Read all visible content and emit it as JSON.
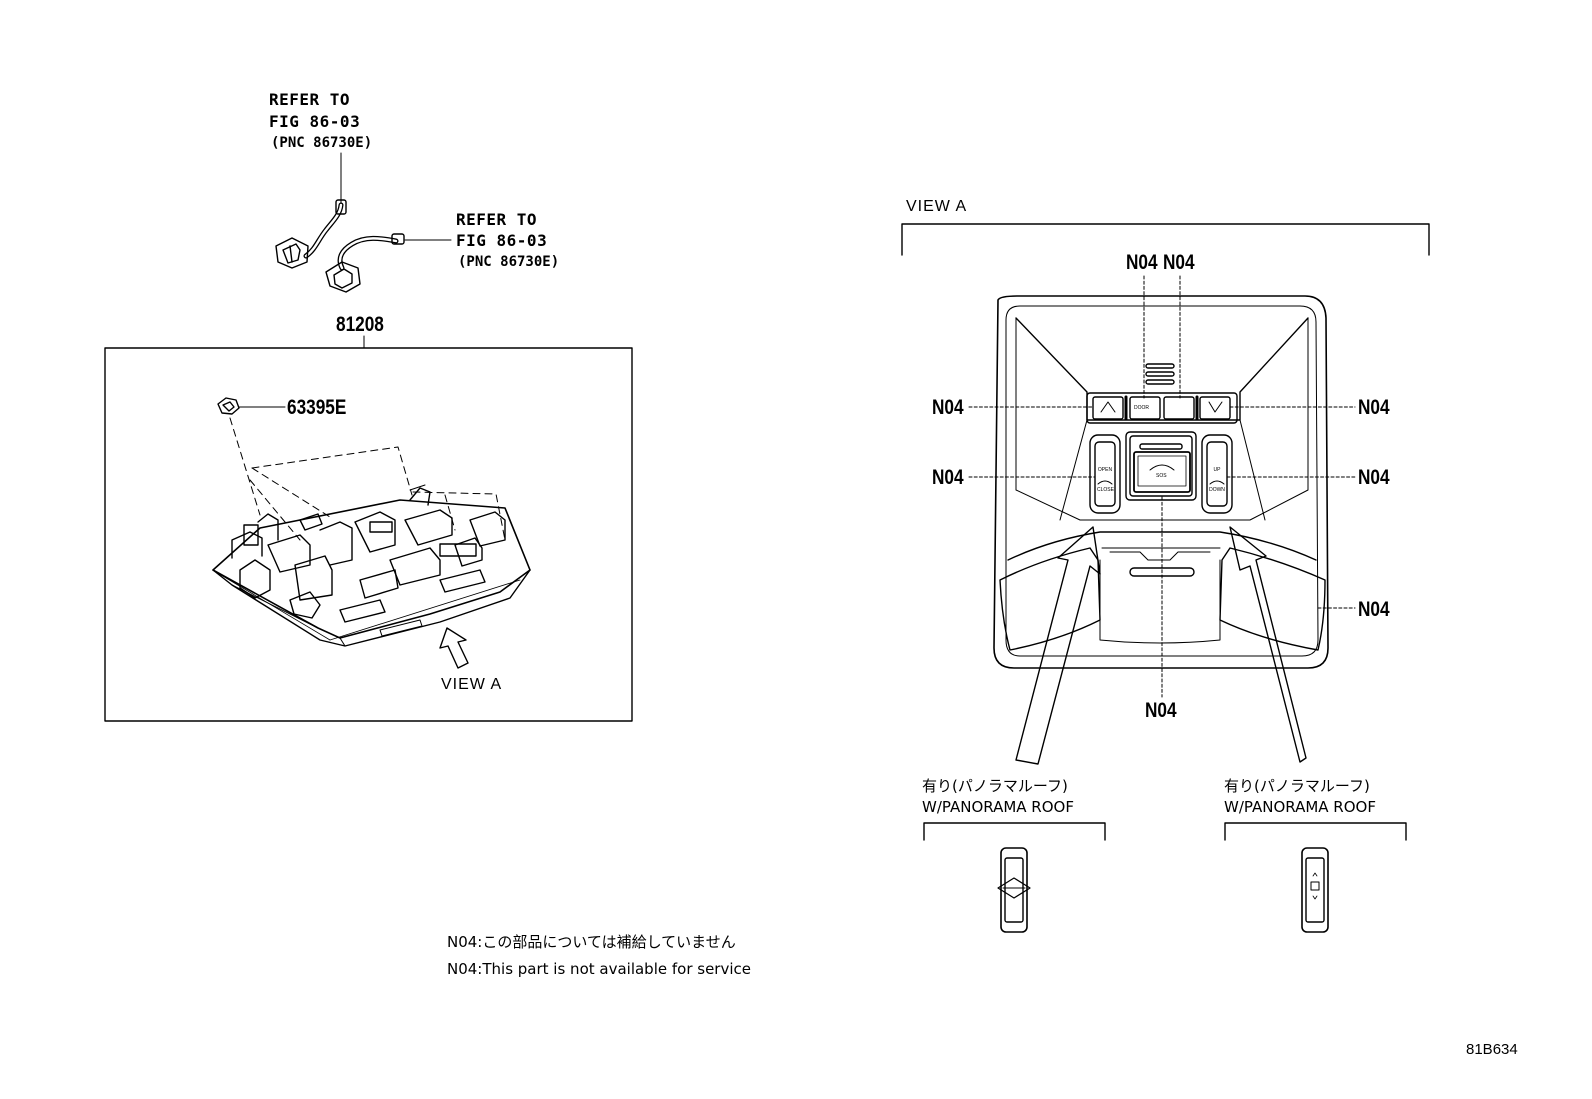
{
  "refer_labels": [
    {
      "line1": "REFER TO",
      "line2": "FIG 86-03",
      "line3": "(PNC 86730E)"
    },
    {
      "line1": "REFER TO",
      "line2": "FIG 86-03",
      "line3": "(PNC 86730E)"
    }
  ],
  "part_numbers": {
    "assembly": "81208",
    "clip": "63395E"
  },
  "view_labels": {
    "arrow_label": "VIEW A",
    "detail_title": "VIEW A"
  },
  "n04_callouts": [
    "N04",
    "N04",
    "N04",
    "N04",
    "N04",
    "N04",
    "N04",
    "N04"
  ],
  "switch_labels": {
    "door": "DOOR",
    "open_close": "OPEN\nCLOSE",
    "up_down": "UP\nDOWN",
    "sos": "SOS"
  },
  "variants": [
    {
      "jp": "有り(パノラマルーフ)",
      "en": "W/PANORAMA ROOF"
    },
    {
      "jp": "有り(パノラマルーフ)",
      "en": "W/PANORAMA ROOF"
    }
  ],
  "notes": {
    "jp": "N04:この部品については補給していません",
    "en": "N04:This part is not available for service"
  },
  "figure_code": "81B634",
  "colors": {
    "ink": "#000000",
    "background": "#ffffff"
  }
}
